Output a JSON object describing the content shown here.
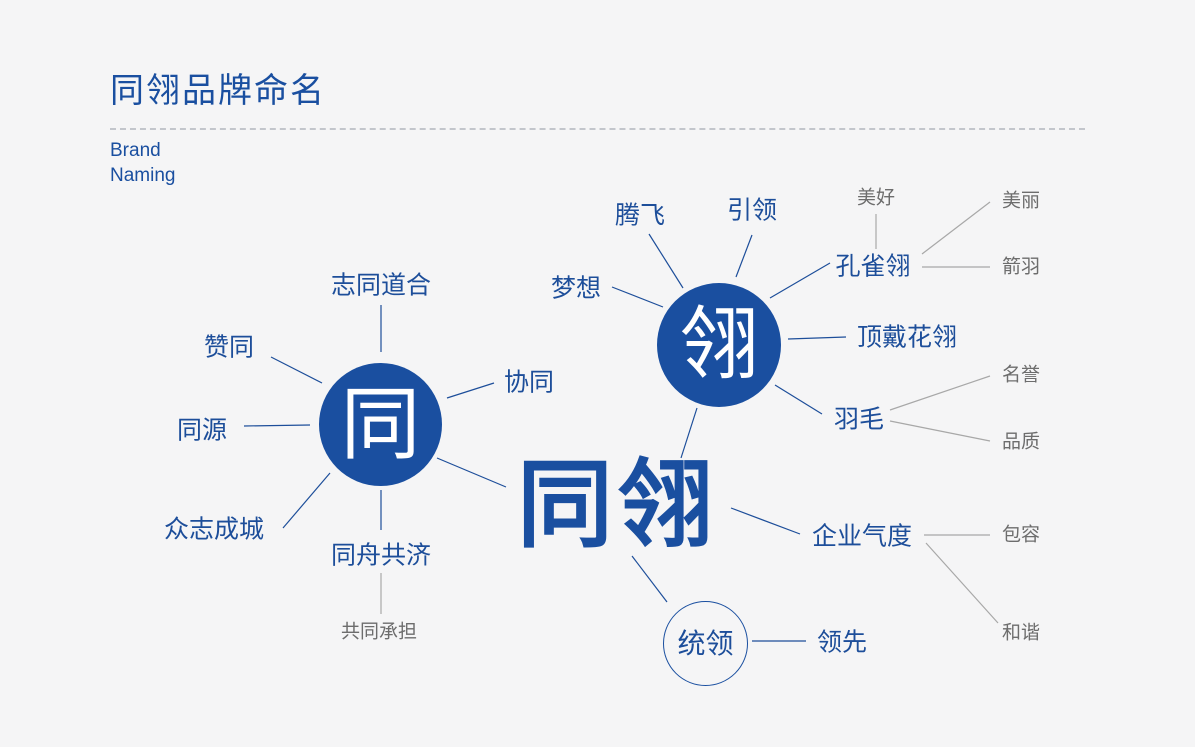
{
  "header": {
    "title": "同翎品牌命名",
    "subtitle_line1": "Brand",
    "subtitle_line2": "Naming"
  },
  "colors": {
    "brand_blue": "#1a4fa0",
    "secondary_gray": "#6d6d6d",
    "line_gray": "#a8a8a8"
  },
  "center": {
    "text": "同翎"
  },
  "hub_tong": {
    "char": "同",
    "branches": [
      "志同道合",
      "赞同",
      "协同",
      "同源",
      "众志成城",
      "同舟共济"
    ],
    "sub_branch": "共同承担"
  },
  "hub_ling": {
    "char": "翎",
    "branches": [
      "腾飞",
      "引领",
      "梦想",
      "孔雀翎",
      "顶戴花翎",
      "羽毛"
    ],
    "kongque_subs": [
      "美好",
      "美丽",
      "箭羽"
    ],
    "yumao_subs": [
      "名誉",
      "品质"
    ]
  },
  "qiye": {
    "label": "企业气度",
    "subs": [
      "包容",
      "和谐"
    ]
  },
  "tongling_node": {
    "char": "统领",
    "branch": "领先"
  }
}
